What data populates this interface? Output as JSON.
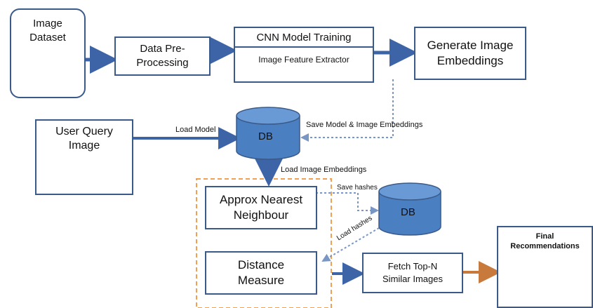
{
  "nodes": {
    "image_dataset": "Image\nDataset",
    "preprocess": "Data Pre-\nProcessing",
    "cnn_title": "CNN Model Training",
    "cnn_sub": "Image Feature Extractor",
    "embeddings": "Generate Image\nEmbeddings",
    "user_query": "User Query\nImage",
    "db1": "DB",
    "db2": "DB",
    "ann": "Approx Nearest\nNeighbour",
    "distance": "Distance\nMeasure",
    "fetch": "Fetch Top-N\nSimilar Images",
    "final": "Final\nRecommendations"
  },
  "edges": {
    "load_model": "Load Model",
    "save_model": "Save Model & Image Embeddings",
    "load_embeddings": "Load Image Embeddings",
    "save_hashes": "Save hashes",
    "load_hashes": "Load hashes"
  },
  "colors": {
    "box_border": "#3a5a8a",
    "arrow": "#3d64a6",
    "db_fill": "#4a7fc1",
    "dashed_region": "#f0a050",
    "orange_arrow": "#c87a3c"
  }
}
